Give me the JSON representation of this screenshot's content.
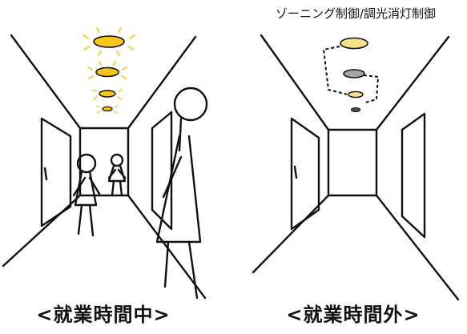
{
  "panels": [
    {
      "id": "working-hours",
      "caption": "<就業時間中>",
      "lights_state": "on"
    },
    {
      "id": "after-hours",
      "caption": "<就業時間外>",
      "annotation": "ゾーニング制御/調光消灯制御",
      "lights_state": "dimmed-off"
    }
  ],
  "colors": {
    "light_on_fill": "#f5c518",
    "light_glow": "#f4d03f",
    "light_dim_fill": "#f7e08a",
    "light_off_fill": "#a6a6a6",
    "ink": "#111111"
  }
}
